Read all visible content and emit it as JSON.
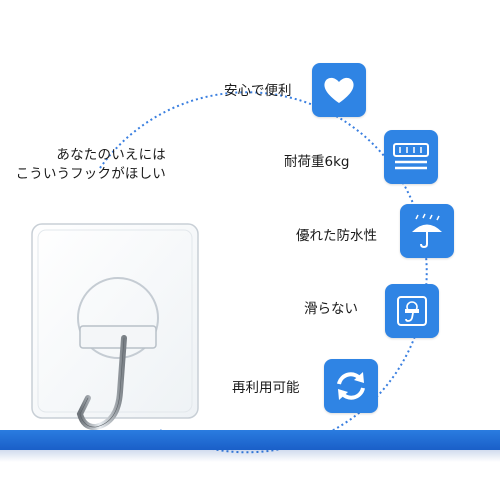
{
  "headline": {
    "line1": "あなたのいえには",
    "line2": "こういうフックがほしい"
  },
  "features": [
    {
      "label": "安心で便利",
      "icon": "heart-icon"
    },
    {
      "label": "耐荷重6kg",
      "icon": "weight-scale-icon"
    },
    {
      "label": "優れた防水性",
      "icon": "umbrella-rain-icon"
    },
    {
      "label": "滑らない",
      "icon": "hook-icon"
    },
    {
      "label": "再利用可能",
      "icon": "refresh-arrows-icon"
    }
  ],
  "colors": {
    "accent": "#2f84e4",
    "band": "#1f6ad6",
    "arc": "#3a7fe0"
  }
}
